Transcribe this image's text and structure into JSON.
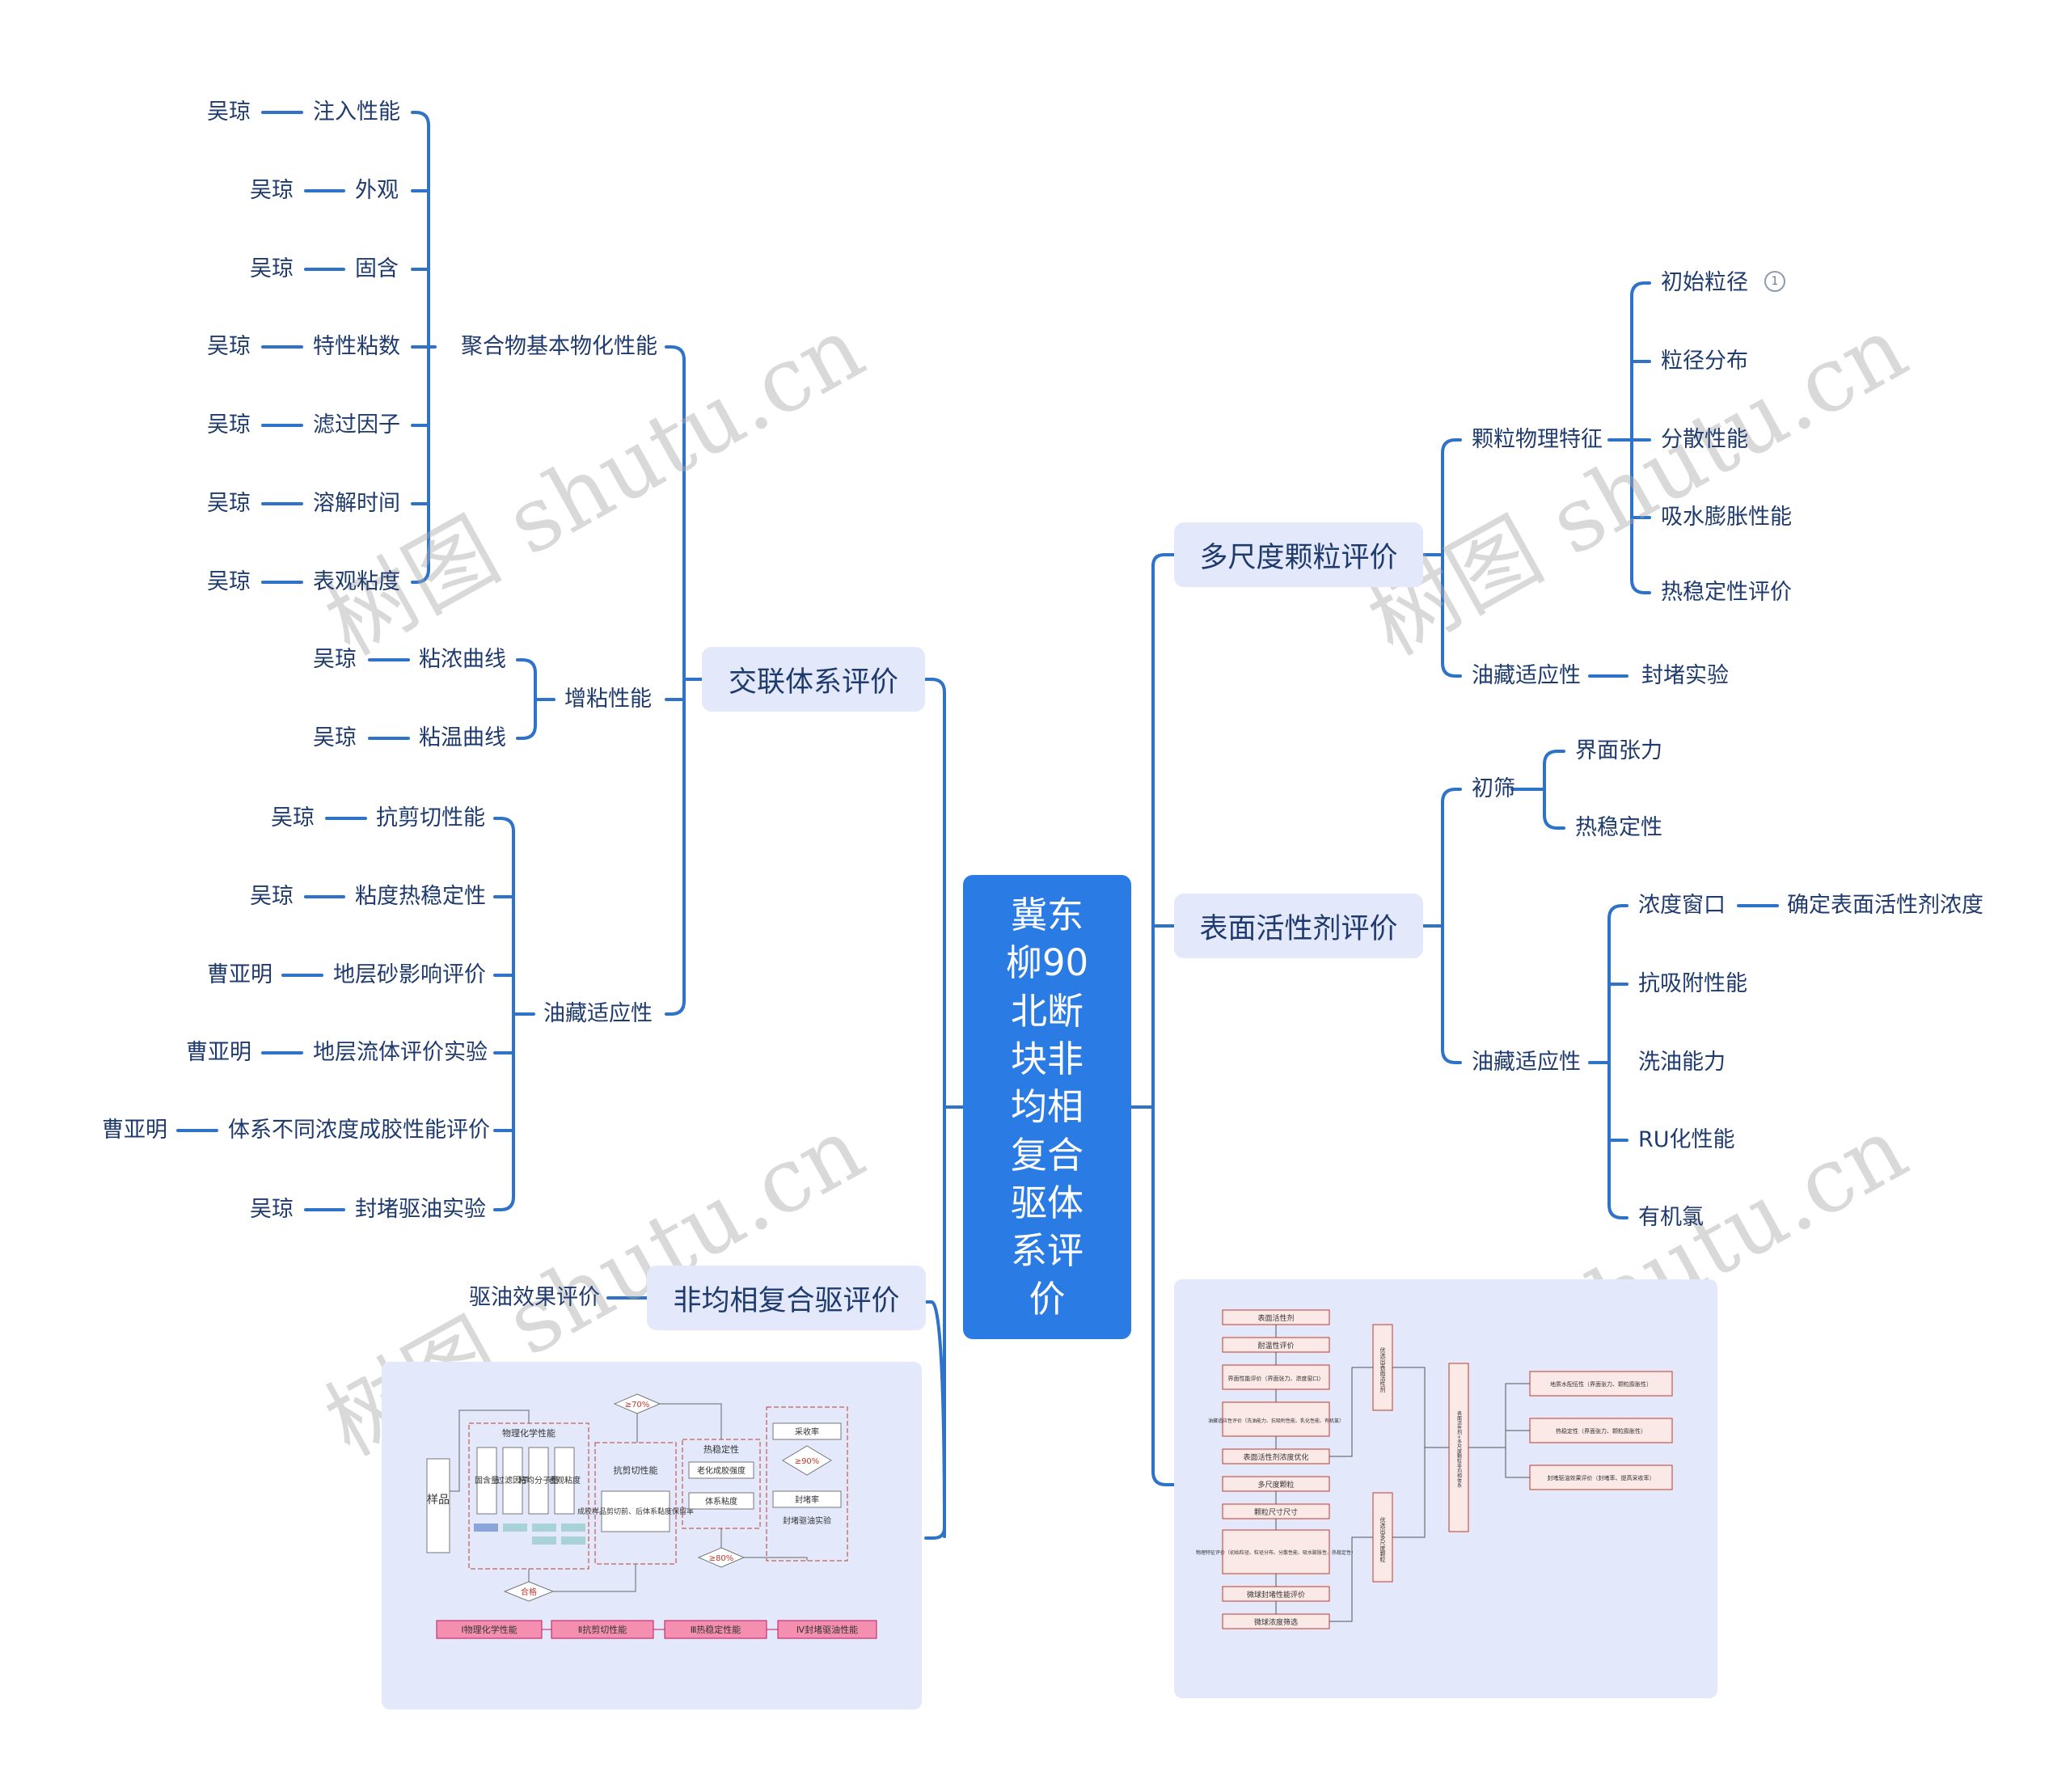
{
  "root": {
    "label": "冀东柳90北断块非均相复合驱体系评价"
  },
  "left": {
    "branch_crosslink": {
      "label": "交联体系评价",
      "polymer": {
        "label": "聚合物基本物化性能",
        "items": [
          {
            "person": "吴琼",
            "label": "注入性能"
          },
          {
            "person": "吴琼",
            "label": "外观"
          },
          {
            "person": "吴琼",
            "label": "固含"
          },
          {
            "person": "吴琼",
            "label": "特性粘数"
          },
          {
            "person": "吴琼",
            "label": "滤过因子"
          },
          {
            "person": "吴琼",
            "label": "溶解时间"
          },
          {
            "person": "吴琼",
            "label": "表观粘度"
          }
        ]
      },
      "viscosify": {
        "label": "增粘性能",
        "items": [
          {
            "person": "吴琼",
            "label": "粘浓曲线"
          },
          {
            "person": "吴琼",
            "label": "粘温曲线"
          }
        ]
      },
      "reservoir": {
        "label": "油藏适应性",
        "items": [
          {
            "person": "吴琼",
            "label": "抗剪切性能"
          },
          {
            "person": "吴琼",
            "label": "粘度热稳定性"
          },
          {
            "person": "曹亚明",
            "label": "地层砂影响评价"
          },
          {
            "person": "曹亚明",
            "label": "地层流体评价实验"
          },
          {
            "person": "曹亚明",
            "label": "体系不同浓度成胶性能评价"
          },
          {
            "person": "吴琼",
            "label": "封堵驱油实验"
          }
        ]
      }
    },
    "branch_hetero": {
      "label": "非均相复合驱评价",
      "child": "驱油效果评价"
    },
    "flow_left": {
      "sample": "样品",
      "phys_title": "物理化学性能",
      "phys_cols": [
        "固含量",
        "过滤因子",
        "粘均分子量",
        "表观粘度"
      ],
      "shear": "抗剪切性能",
      "shear_box": "成胶样品剪切前、后体系黏度保留率",
      "thermal": "热稳定性",
      "thermal_a": "老化成胶强度",
      "thermal_b": "体系粘度",
      "recovery": "采收率",
      "plug_rate": "封堵率",
      "plug_exp": "封堵驱油实验",
      "d70": "≥70%",
      "d80": "≥80%",
      "d90": "≥90%",
      "pass": "合格",
      "stages": [
        "Ⅰ物理化学性能",
        "Ⅱ抗剪切性能",
        "Ⅲ热稳定性能",
        "Ⅳ封堵驱油性能"
      ]
    }
  },
  "right": {
    "branch_particle": {
      "label": "多尺度颗粒评价",
      "physical": {
        "label": "颗粒物理特征",
        "items": [
          "初始粒径",
          "粒径分布",
          "分散性能",
          "吸水膨胀性能",
          "热稳定性评价"
        ],
        "badge": "1"
      },
      "reservoir": {
        "label": "油藏适应性",
        "child": "封堵实验"
      }
    },
    "branch_surfactant": {
      "label": "表面活性剂评价",
      "screen": {
        "label": "初筛",
        "items": [
          "界面张力",
          "热稳定性"
        ]
      },
      "reservoir": {
        "label": "油藏适应性",
        "window": {
          "label": "浓度窗口",
          "child": "确定表面活性剂浓度"
        },
        "items": [
          "抗吸附性能",
          "洗油能力",
          "RU化性能",
          "有机氯"
        ]
      }
    },
    "flow_right": {
      "s1": [
        "表面活性剂",
        "耐温性评价",
        "界面性能评价（界面张力、浓度窗口）",
        "油藏适应性评价（洗油能力、抗吸附性能、乳化性能、有机氯）",
        "表面活性剂浓度优化"
      ],
      "s2": [
        "多尺度颗粒",
        "颗粒尺寸尺寸",
        "物理特征评价（初始粒径、粒径分布、分散性能、吸水膨胀性、热稳定性）",
        "微球封堵性能评价",
        "微球浓度筛选"
      ],
      "pick1": "优选出表面活性剂",
      "pick2": "优选出多尺度颗粒",
      "combo": "表面活性剂+多尺度颗粒非均相体系",
      "results": [
        "地质水配伍性（界面张力、颗粒膨胀性）",
        "热稳定性（界面张力、颗粒膨胀性）",
        "封堵驱油效果评价（封堵率、提高采收率）"
      ]
    }
  },
  "watermark": "树图 shutu.cn",
  "colors": {
    "root": "#2a7be4",
    "line": "#2f73c8",
    "box": "#e3e9fb",
    "text": "#1f3b6e",
    "flow_red": "#c0392b",
    "stage_pink": "#f48fb1"
  }
}
